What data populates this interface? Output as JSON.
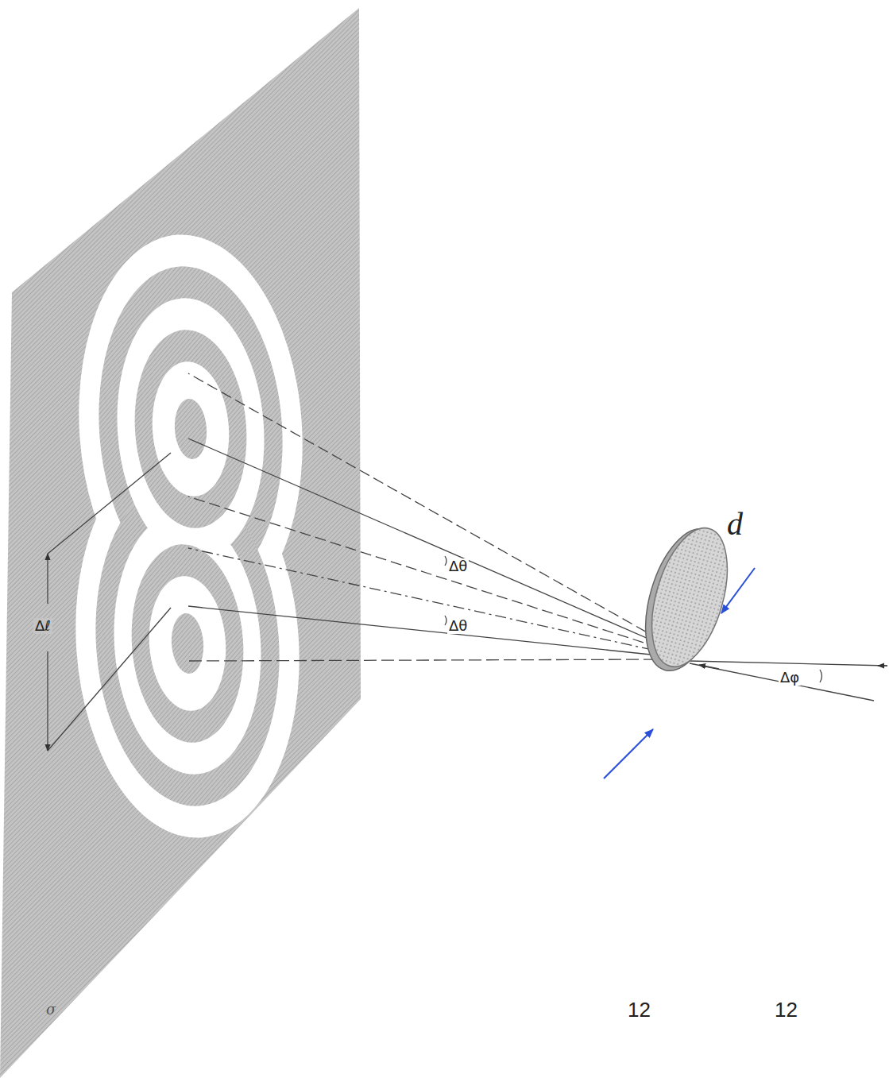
{
  "diagram": {
    "labels": [
      "d",
      "Δθ",
      "Δθ",
      "Δℓ",
      "Δφ",
      "σ",
      "12",
      "12"
    ]
  }
}
